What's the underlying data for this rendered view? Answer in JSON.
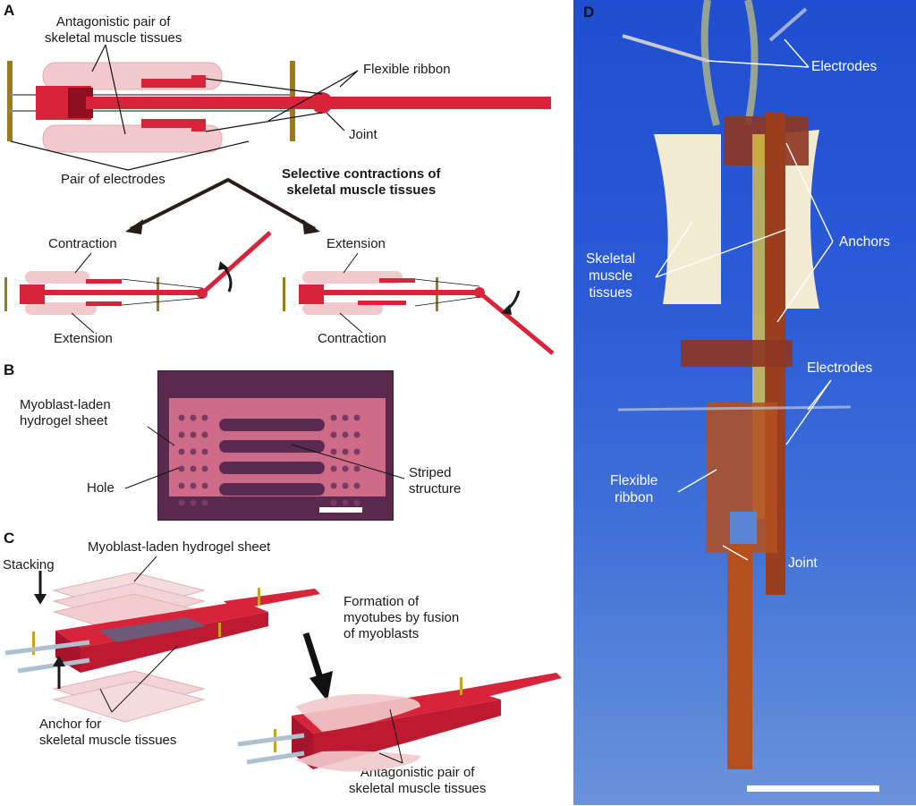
{
  "figure": {
    "panels": {
      "A": {
        "letter": "A",
        "labels": {
          "antagonistic_pair_line1": "Antagonistic pair of",
          "antagonistic_pair_line2": "skeletal muscle tissues",
          "flexible_ribbon": "Flexible ribbon",
          "joint": "Joint",
          "pair_of_electrodes": "Pair of electrodes",
          "selective_line1": "Selective contractions of",
          "selective_line2": "skeletal muscle tissues",
          "left_top": "Contraction",
          "left_bottom": "Extension",
          "right_top": "Extension",
          "right_bottom": "Contraction"
        }
      },
      "B": {
        "letter": "B",
        "labels": {
          "sheet_line1": "Myoblast-laden",
          "sheet_line2": "hydrogel sheet",
          "hole": "Hole",
          "striped_line1": "Striped",
          "striped_line2": "structure"
        },
        "colors": {
          "background": "#5a2a4e",
          "sheet": "#d9728f",
          "stripe": "#5b2a52"
        }
      },
      "C": {
        "letter": "C",
        "labels": {
          "sheet": "Myoblast-laden hydrogel sheet",
          "stacking": "Stacking",
          "formation_line1": "Formation of",
          "formation_line2": "myotubes by fusion",
          "formation_line3": "of myoblasts",
          "anchor_line1": "Anchor for",
          "anchor_line2": "skeletal muscle tissues",
          "antagonistic_line1": "Antagonistic pair of",
          "antagonistic_line2": "skeletal muscle tissues"
        }
      },
      "D": {
        "letter": "D",
        "labels": {
          "electrodes_top": "Electrodes",
          "anchors": "Anchors",
          "skeletal_line1": "Skeletal",
          "skeletal_line2": "muscle",
          "skeletal_line3": "tissues",
          "electrodes_mid": "Electrodes",
          "flexible_line1": "Flexible",
          "flexible_line2": "ribbon",
          "joint": "Joint"
        },
        "colors": {
          "background_top": "#1f4fd0",
          "background_bottom": "#6a93da",
          "device": "#b4501e",
          "tissue": "#f3ead2"
        }
      }
    },
    "colors": {
      "device_red": "#d8243a",
      "device_dark": "#8e1020",
      "tissue_pink": "#f2c9cc",
      "electrode_gold": "#9a7a1c"
    }
  }
}
